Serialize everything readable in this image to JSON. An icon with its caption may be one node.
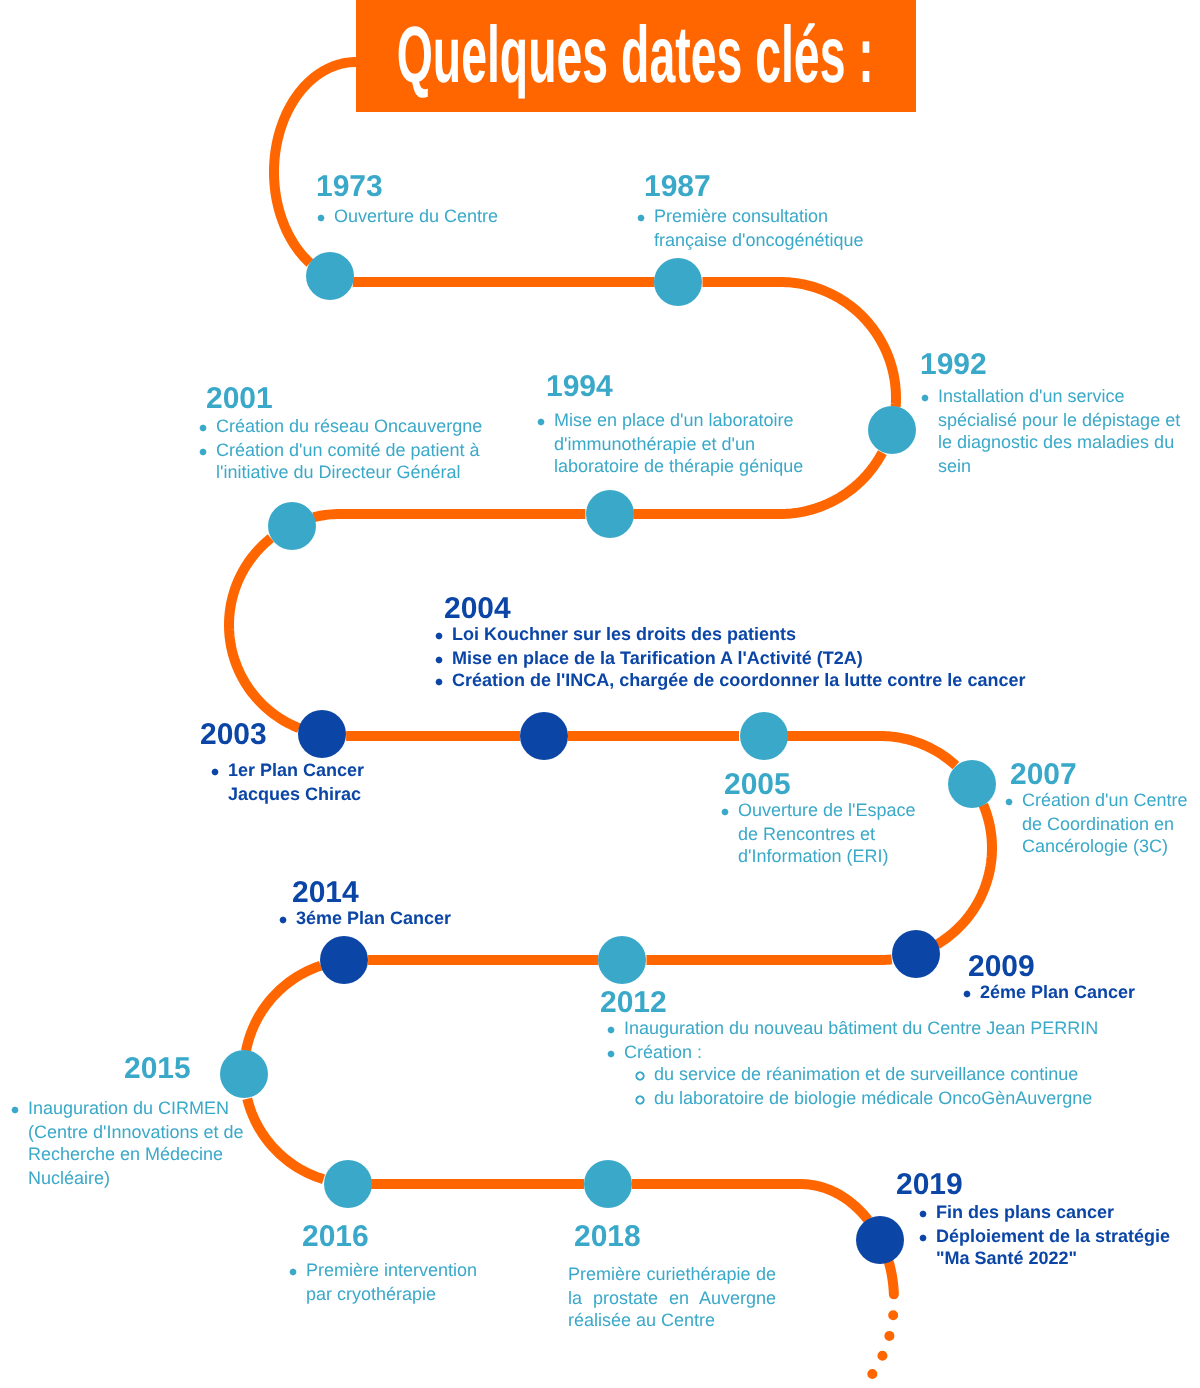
{
  "diagram": {
    "nodes": [
      {
        "text": [
          "Quelques dates clés :"
        ]
      },
      {
        "text": [],
        "shape": "circle",
        "beside": [
          "1973",
          "Ouverture du Centre"
        ]
      },
      {
        "text": [],
        "shape": "circle",
        "beside": [
          "1987",
          "Première consultation française d'oncogénétique"
        ]
      },
      {
        "text": [],
        "shape": "circle",
        "beside": [
          "1992",
          "Installation d'un service spécialisé pour le dépistage et le diagnostic des maladies du sein"
        ]
      },
      {
        "text": [],
        "shape": "circle",
        "beside": [
          "1994",
          "Mise en place d'un laboratoire d'immunothérapie et d'un laboratoire de thérapie génique"
        ]
      },
      {
        "text": [],
        "shape": "circle",
        "beside": [
          "2001",
          "Création du réseau Oncauvergne",
          "Création d'un comité de patient à l'initiative du Directeur Général"
        ]
      },
      {
        "text": [],
        "shape": "circle",
        "beside": [
          "2003",
          "1er Plan Cancer Jacques Chirac"
        ]
      },
      {
        "text": [],
        "shape": "circle",
        "beside": [
          "2004",
          "Loi Kouchner sur les droits des patients",
          "Mise en place de la Tarification A l'Activité (T2A)",
          "Création de l'INCA, chargée de coordonner la lutte contre le cancer"
        ]
      },
      {
        "text": [],
        "shape": "circle",
        "beside": [
          "2005",
          "Ouverture de l'Espace de Rencontres et d'Information (ERI)"
        ]
      },
      {
        "text": [],
        "shape": "circle",
        "beside": [
          "2007",
          "Création d'un Centre de Coordination en Cancérologie (3C)"
        ]
      },
      {
        "text": [],
        "shape": "circle",
        "beside": [
          "2009",
          "2éme Plan Cancer"
        ]
      },
      {
        "text": [],
        "shape": "circle",
        "beside": [
          "2012",
          "Inauguration du nouveau bâtiment du Centre Jean PERRIN",
          "Création :",
          "du service de réanimation et de surveillance continue",
          "du laboratoire de biologie médicale OncoGènAuvergne"
        ]
      },
      {
        "text": [],
        "shape": "circle",
        "beside": [
          "2014",
          "3éme Plan Cancer"
        ]
      },
      {
        "text": [],
        "shape": "circle",
        "beside": [
          "2015",
          "Inauguration du CIRMEN (Centre d'Innovations et de Recherche en Médecine Nucléaire)"
        ]
      },
      {
        "text": [],
        "shape": "circle",
        "beside": [
          "2016",
          "Première intervention par cryothérapie"
        ]
      },
      {
        "text": [],
        "shape": "circle",
        "beside": [
          "2018",
          "Première curiethérapie de la prostate en Auvergne réalisée au Centre"
        ]
      },
      {
        "text": [],
        "shape": "circle",
        "beside": [
          "2019",
          "Fin des plans cancer",
          "Déploiement de la stratégie \"Ma Santé 2022\""
        ]
      }
    ],
    "edges": [
      {
        "from": 0,
        "to": 1,
        "arrow": "none"
      },
      {
        "from": 1,
        "to": 2,
        "arrow": "none"
      },
      {
        "from": 2,
        "to": 3,
        "arrow": "none"
      },
      {
        "from": 3,
        "to": 4,
        "arrow": "none"
      },
      {
        "from": 4,
        "to": 5,
        "arrow": "none"
      },
      {
        "from": 5,
        "to": 6,
        "arrow": "none"
      },
      {
        "from": 6,
        "to": 7,
        "arrow": "none"
      },
      {
        "from": 7,
        "to": 8,
        "arrow": "none"
      },
      {
        "from": 8,
        "to": 9,
        "arrow": "none"
      },
      {
        "from": 9,
        "to": 10,
        "arrow": "none"
      },
      {
        "from": 10,
        "to": 11,
        "arrow": "none"
      },
      {
        "from": 11,
        "to": 12,
        "arrow": "none"
      },
      {
        "from": 12,
        "to": 13,
        "arrow": "none"
      },
      {
        "from": 13,
        "to": 14,
        "arrow": "none"
      },
      {
        "from": 14,
        "to": 15,
        "arrow": "none"
      },
      {
        "from": 15,
        "to": 16,
        "arrow": "none"
      },
      {
        "from": 16,
        "to": null,
        "arrow": "none",
        "style": "dashed"
      }
    ]
  }
}
